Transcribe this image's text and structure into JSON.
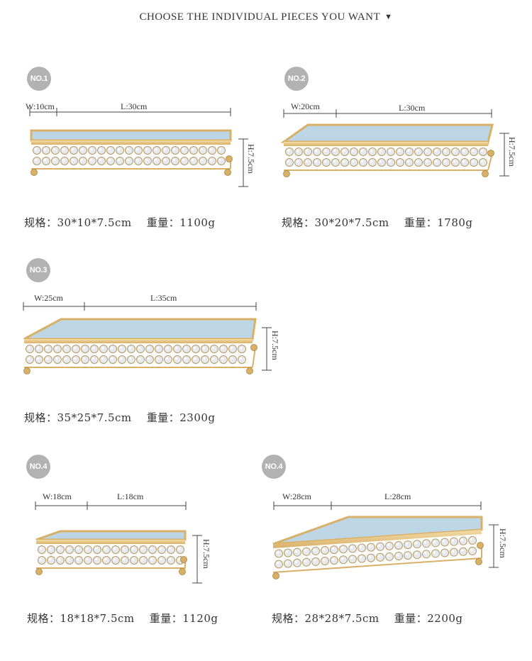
{
  "header": {
    "title": "CHOOSE THE INDIVIDUAL PIECES YOU WANT",
    "arrow": "▼"
  },
  "colors": {
    "badge": "#b2b2b2",
    "gold": "#d8b068",
    "mirror": "#bcd6e6",
    "line": "#333333"
  },
  "products": [
    {
      "badge": "NO.1",
      "w_label": "W:10cm",
      "l_label": "L:30cm",
      "h_label": "H:7.5cm",
      "spec": "规格：30*10*7.5cm    重量：1100g"
    },
    {
      "badge": "NO.2",
      "w_label": "W:20cm",
      "l_label": "L:30cm",
      "h_label": "H:7.5cm",
      "spec": "规格：30*20*7.5cm    重量：1780g"
    },
    {
      "badge": "NO.3",
      "w_label": "W:25cm",
      "l_label": "L:35cm",
      "h_label": "H:7.5cm",
      "spec": "规格：35*25*7.5cm    重量：2300g"
    },
    {
      "badge": "NO.4",
      "w_label": "W:18cm",
      "l_label": "L:18cm",
      "h_label": "H:7.5cm",
      "spec": "规格：18*18*7.5cm    重量：1120g"
    },
    {
      "badge": "NO.4",
      "w_label": "W:28cm",
      "l_label": "L:28cm",
      "h_label": "H:7.5cm",
      "spec": "规格：28*28*7.5cm    重量：2200g"
    }
  ]
}
